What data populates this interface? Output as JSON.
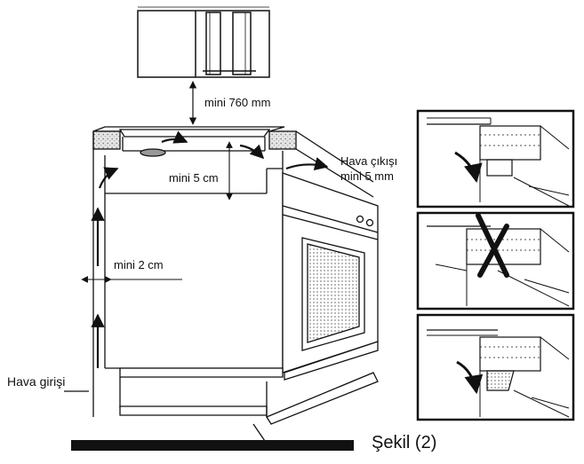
{
  "labels": {
    "top_clearance": "mini 760 mm",
    "inner_clearance": "mini 5 cm",
    "air_outlet_line1": "Hava çıkışı",
    "air_outlet_line2": "mini 5 mm",
    "side_clearance": "mini 2 cm",
    "air_inlet": "Hava girişi",
    "figure_caption": "Şekil (2)"
  },
  "colors": {
    "stroke": "#111111",
    "stone": "#cfcfcf",
    "vent": "#bdbdbd"
  }
}
